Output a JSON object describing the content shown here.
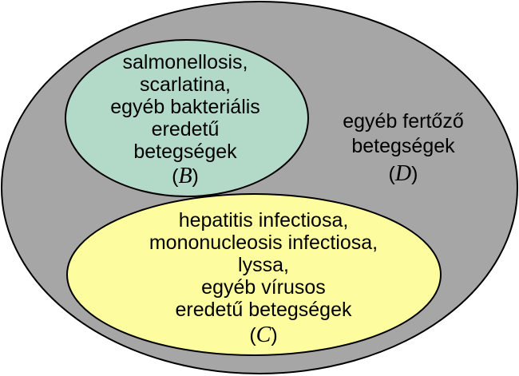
{
  "diagram": {
    "outer": {
      "lines": [
        "egyéb fertőző",
        "betegségek"
      ],
      "paren_open": "(",
      "variable": "D",
      "paren_close": ")",
      "fill": "#a6a6a6"
    },
    "bacterial": {
      "lines": [
        "salmonellosis,",
        "scarlatina,",
        "egyéb bakteriális",
        "eredetű",
        "betegségek"
      ],
      "paren_open": "(",
      "variable": "B",
      "paren_close": ")",
      "fill": "#b3dac8"
    },
    "viral": {
      "lines": [
        "hepatitis infectiosa,",
        "mononucleosis infectiosa,",
        "lyssa,",
        "egyéb vírusos",
        "eredetű betegségek"
      ],
      "paren_open": "(",
      "variable": "C",
      "paren_close": ")",
      "fill": "#fdfc9f"
    }
  }
}
